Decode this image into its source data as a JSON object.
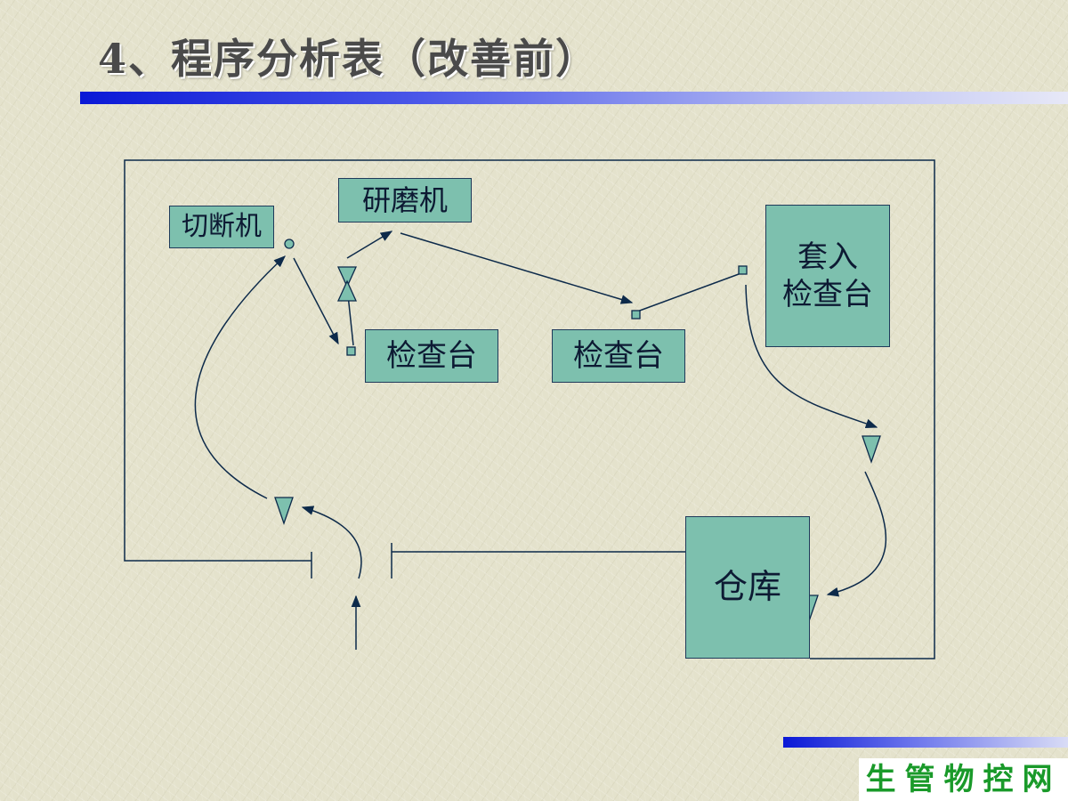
{
  "title": "4、程序分析表（改善前）",
  "stations": {
    "cutter": "切断机",
    "grinder": "研磨机",
    "inspection_1": "检查台",
    "inspection_2": "检查台",
    "fit_inspection": "套入\n检查台",
    "warehouse": "仓库"
  },
  "brand": "生管物控网",
  "colors": {
    "box_fill": "#7dc0ae",
    "box_border": "#1f3a5a",
    "line": "#0d2a4a",
    "title_bar": "#0a18d6",
    "brand_text": "#1a9a2a"
  }
}
